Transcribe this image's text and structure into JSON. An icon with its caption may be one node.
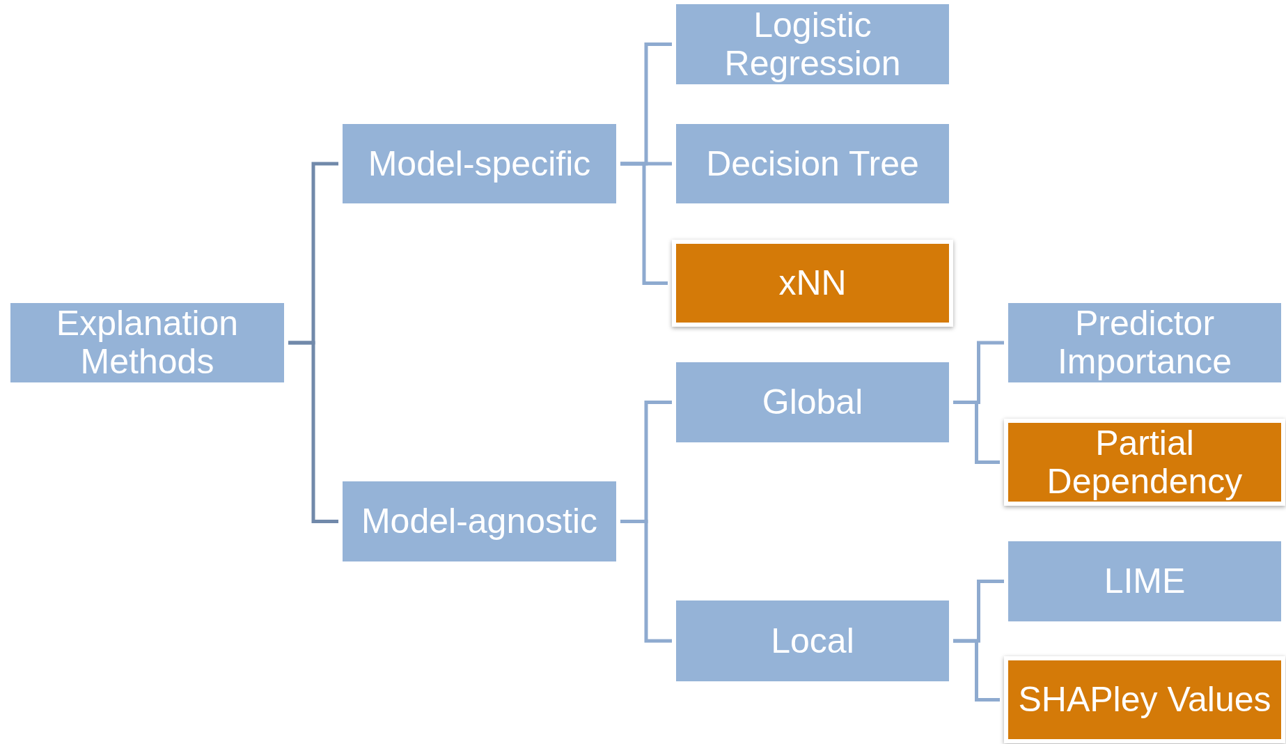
{
  "diagram": {
    "nodes": [
      {
        "text": [
          "Explanation Methods"
        ]
      },
      {
        "text": [
          "Model-specific"
        ]
      },
      {
        "text": [
          "Model-agnostic"
        ]
      },
      {
        "text": [
          "Logistic Regression"
        ]
      },
      {
        "text": [
          "Decision Tree"
        ]
      },
      {
        "text": [
          "xNN"
        ]
      },
      {
        "text": [
          "Global"
        ]
      },
      {
        "text": [
          "Local"
        ]
      },
      {
        "text": [
          "Predictor Importance"
        ]
      },
      {
        "text": [
          "Partial Dependency"
        ]
      },
      {
        "text": [
          "LIME"
        ]
      },
      {
        "text": [
          "SHAPley Values"
        ]
      }
    ],
    "edges": [
      {
        "from": 0,
        "to": 1,
        "arrow": "none",
        "color": "#7189aa"
      },
      {
        "from": 0,
        "to": 2,
        "arrow": "none",
        "color": "#7189aa"
      },
      {
        "from": 1,
        "to": 3,
        "arrow": "none"
      },
      {
        "from": 1,
        "to": 4,
        "arrow": "none"
      },
      {
        "from": 1,
        "to": 5,
        "arrow": "none"
      },
      {
        "from": 2,
        "to": 6,
        "arrow": "none"
      },
      {
        "from": 2,
        "to": 7,
        "arrow": "none"
      },
      {
        "from": 6,
        "to": 8,
        "arrow": "none"
      },
      {
        "from": 6,
        "to": 9,
        "arrow": "none"
      },
      {
        "from": 7,
        "to": 10,
        "arrow": "none"
      },
      {
        "from": 7,
        "to": 11,
        "arrow": "none"
      }
    ]
  }
}
